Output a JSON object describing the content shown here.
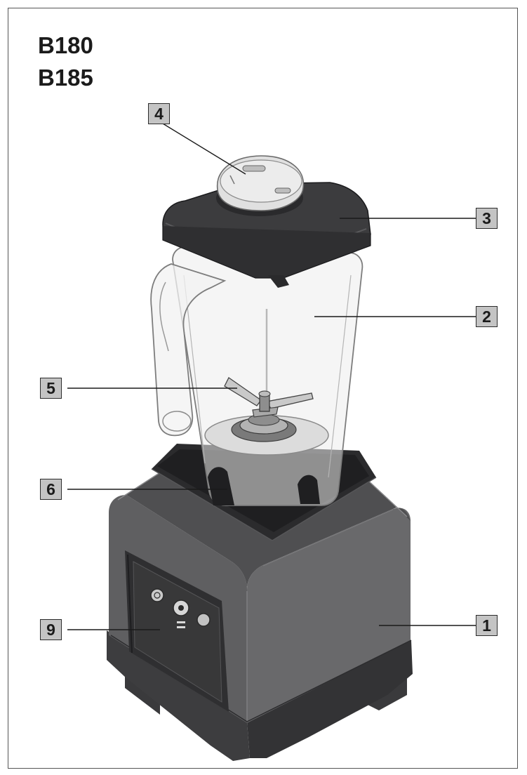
{
  "models": [
    "B180",
    "B185"
  ],
  "callouts": [
    {
      "id": "1",
      "label": "1"
    },
    {
      "id": "2",
      "label": "2"
    },
    {
      "id": "3",
      "label": "3"
    },
    {
      "id": "4",
      "label": "4"
    },
    {
      "id": "5",
      "label": "5"
    },
    {
      "id": "6",
      "label": "6"
    },
    {
      "id": "9",
      "label": "9"
    }
  ],
  "colors": {
    "base": "#606062",
    "base_dark": "#3a3a3c",
    "lid": "#3c3c3e",
    "jar_outline": "#7d7d7d",
    "callout_fill": "#c4c4c4"
  }
}
